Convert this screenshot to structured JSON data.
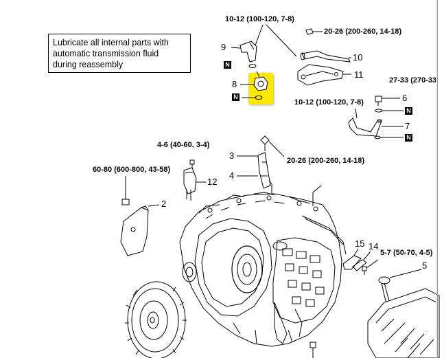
{
  "note": {
    "line1": "Lubricate all internal parts with",
    "line2": "automatic transmission fluid",
    "line3": "during reassembly"
  },
  "torque_specs": {
    "t1": "10-12 (100-120, 7-8)",
    "t2": "20-26 (200-260, 14-18)",
    "t3": "27-33 (270-33",
    "t4": "10-12 (100-120, 7-8)",
    "t5": "4-6 (40-60, 3-4)",
    "t6": "20-26 (200-260, 14-18)",
    "t7": "60-80 (600-800, 43-58)",
    "t8": "5-7 (50-70, 4-5)"
  },
  "part_numbers": {
    "p2": "2",
    "p3": "3",
    "p4": "4",
    "p5": "5",
    "p6": "6",
    "p7": "7",
    "p8": "8",
    "p9": "9",
    "p10": "10",
    "p11": "11",
    "p12": "12",
    "p14": "14",
    "p15": "15"
  },
  "badge_text": "N",
  "highlight_color": "#ffe800"
}
